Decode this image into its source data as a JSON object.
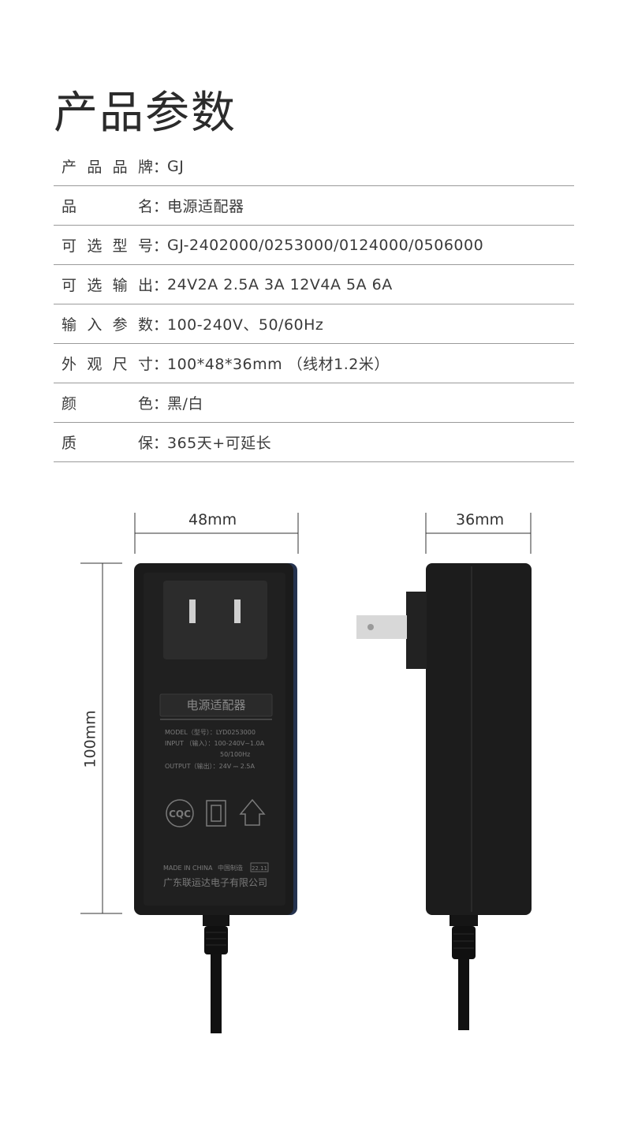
{
  "page": {
    "title": "产品参数"
  },
  "specs": [
    {
      "label": "产品品牌",
      "value": "GJ"
    },
    {
      "label": "品名",
      "value": "电源适配器"
    },
    {
      "label": "可选型号",
      "value": "GJ-2402000/0253000/0124000/0506000"
    },
    {
      "label": "可选输出",
      "value": "24V2A 2.5A 3A 12V4A 5A 6A"
    },
    {
      "label": "输入参数",
      "value": "100-240V、50/60Hz"
    },
    {
      "label": "外观尺寸",
      "value": "100*48*36mm （线材1.2米）"
    },
    {
      "label": "颜色",
      "value": "黑/白"
    },
    {
      "label": "质保",
      "value": "365天+可延长"
    }
  ],
  "dimensions": {
    "width": "48mm",
    "depth": "36mm",
    "height": "100mm"
  },
  "product_label": {
    "name": "电源适配器",
    "model": "MODEL（型号）：LYD0253000",
    "input": "INPUT （输入）：100-240V~1.0A",
    "input_freq": "50/100Hz",
    "output": "OUTPUT（输出）：24V ⎓ 2.5A",
    "made_in": "MADE IN CHINA",
    "made_in_cn": "中国制造",
    "date_code": "22.11",
    "manufacturer": "广东联运达电子有限公司",
    "cert_mark": "CQC"
  },
  "colors": {
    "body": "#1c1c1c",
    "edge": "#2a3a5c",
    "line": "#9a9a9a",
    "label_text": "#8a8a8a"
  }
}
